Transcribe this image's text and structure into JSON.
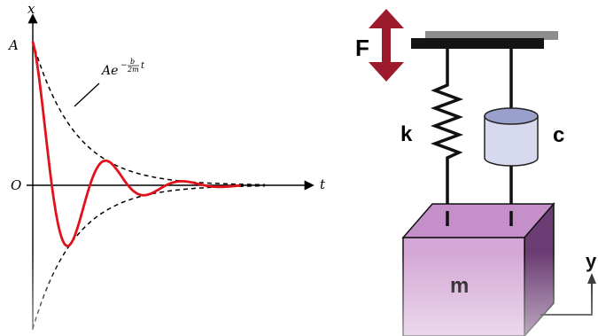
{
  "damped_plot": {
    "axis_y_label": "x",
    "axis_x_label": "t",
    "amplitude_label": "A",
    "origin_label": "O",
    "envelope_label": {
      "base": "Ae",
      "exp_minus": "−",
      "exp_num": "b",
      "exp_den": "2m",
      "trail": "t"
    },
    "colors": {
      "curve": "#e0121b",
      "envelope": "#000000",
      "axes": "#000000"
    }
  },
  "mechanism": {
    "force_label": "F",
    "spring_label": "k",
    "damper_label": "c",
    "mass_label": "m",
    "displacement_label": "y",
    "colors": {
      "force_arrow": "#9b1b2c",
      "plate_top": "#141414",
      "plate_shadow": "#8c8c8c",
      "damper_fill": "#d7d9ee",
      "damper_cap": "#9aa0cc",
      "mass_front": "#d4a8d6",
      "mass_top": "#c58fc9",
      "mass_side": "#6c3d74"
    }
  }
}
